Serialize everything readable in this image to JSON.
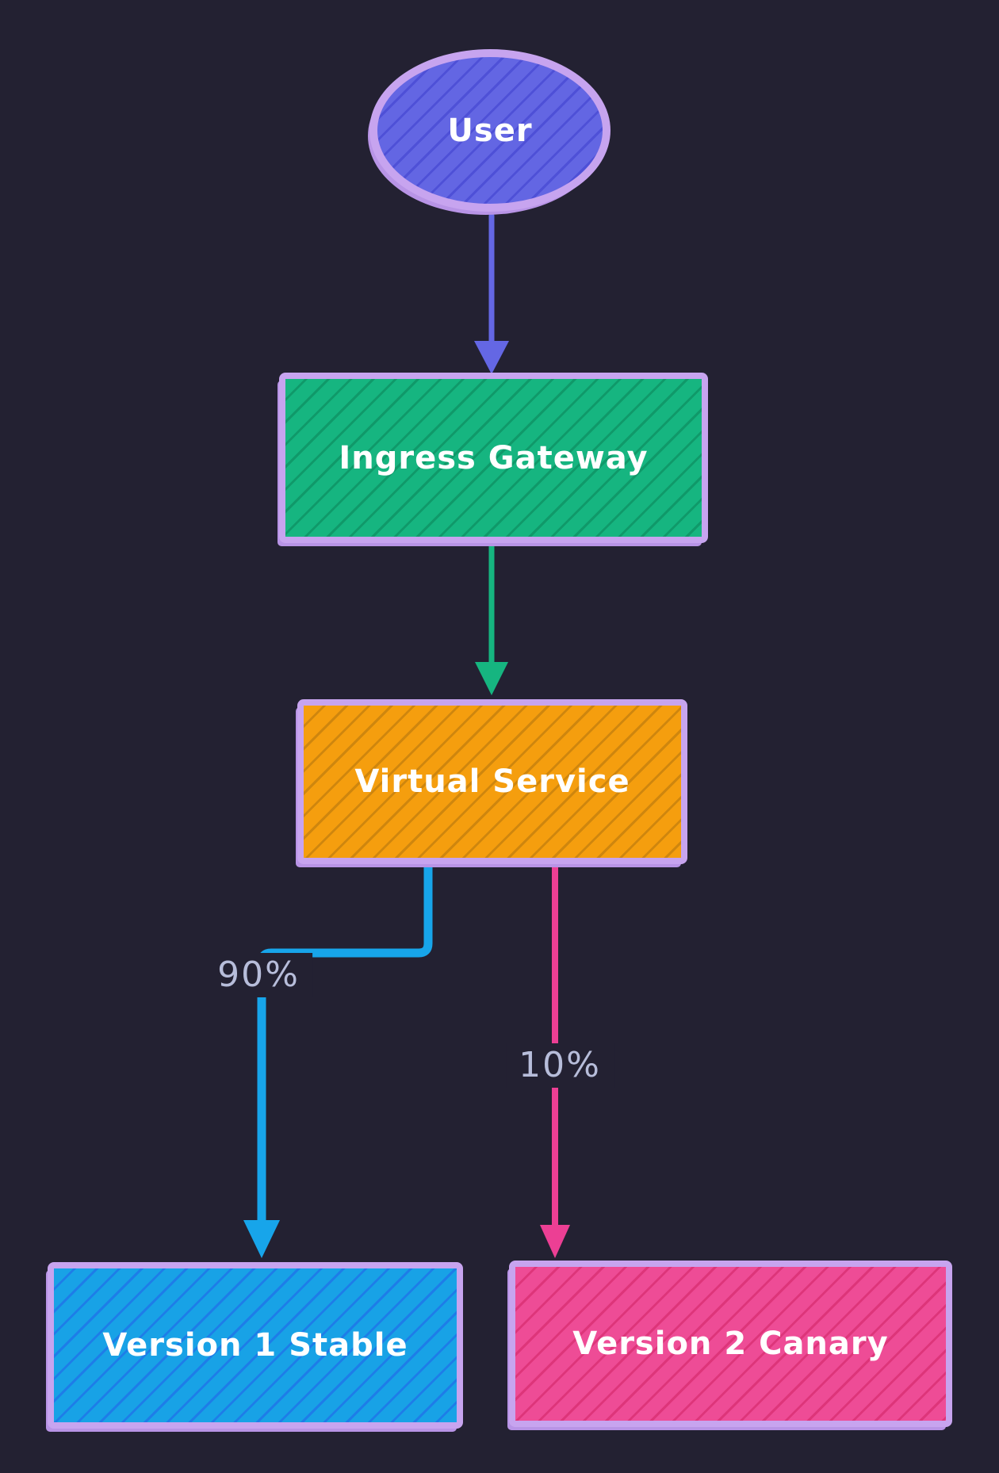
{
  "diagram": {
    "type": "flowchart",
    "background_color": "#232132",
    "node_border_color": "#c7a4ef",
    "node_text_color": "#ffffff",
    "edge_label_color": "#b7bdda",
    "nodes": [
      {
        "id": "user",
        "label": "User",
        "shape": "ellipse",
        "fill": "#6366e3"
      },
      {
        "id": "ingress-gateway",
        "label": "Ingress Gateway",
        "shape": "rectangle",
        "fill": "#16b580"
      },
      {
        "id": "virtual-service",
        "label": "Virtual Service",
        "shape": "rectangle",
        "fill": "#f59e0e"
      },
      {
        "id": "version-1-stable",
        "label": "Version 1 Stable",
        "shape": "rectangle",
        "fill": "#18a2e6"
      },
      {
        "id": "version-2-canary",
        "label": "Version 2 Canary",
        "shape": "rectangle",
        "fill": "#ee4c96"
      }
    ],
    "edges": [
      {
        "from": "user",
        "to": "ingress-gateway",
        "label": "",
        "color": "#6467e4",
        "style": "straight-arrow"
      },
      {
        "from": "ingress-gateway",
        "to": "virtual-service",
        "label": "",
        "color": "#16b580",
        "style": "straight-arrow"
      },
      {
        "from": "virtual-service",
        "to": "version-1-stable",
        "label": "90%",
        "color": "#17a5ea",
        "style": "elbow-arrow"
      },
      {
        "from": "virtual-service",
        "to": "version-2-canary",
        "label": "10%",
        "color": "#ec3f94",
        "style": "straight-arrow"
      }
    ]
  }
}
